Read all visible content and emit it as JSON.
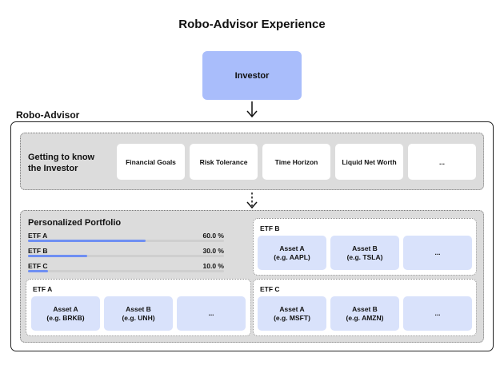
{
  "title": "Robo-Advisor Experience",
  "investor": {
    "label": "Investor"
  },
  "robo_advisor": {
    "label": "Robo-Advisor",
    "getting_to_know": {
      "label_line1": "Getting to know",
      "label_line2": "the Investor",
      "items": [
        "Financial Goals",
        "Risk Tolerance",
        "Time Horizon",
        "Liquid Net Worth",
        "..."
      ]
    },
    "personalized_portfolio": {
      "label": "Personalized Portfolio",
      "allocations": [
        {
          "name": "ETF A",
          "value_label": "60.0 %",
          "fraction": 0.6
        },
        {
          "name": "ETF B",
          "value_label": "30.0 %",
          "fraction": 0.3
        },
        {
          "name": "ETF C",
          "value_label": "10.0 %",
          "fraction": 0.1
        }
      ],
      "etfs": [
        {
          "name": "ETF A",
          "assets": [
            {
              "line1": "Asset A",
              "line2": "(e.g. BRKB)"
            },
            {
              "line1": "Asset B",
              "line2": "(e.g. UNH)"
            },
            {
              "line1": "...",
              "line2": ""
            }
          ]
        },
        {
          "name": "ETF B",
          "assets": [
            {
              "line1": "Asset A",
              "line2": "(e.g. AAPL)"
            },
            {
              "line1": "Asset B",
              "line2": "(e.g. TSLA)"
            },
            {
              "line1": "...",
              "line2": ""
            }
          ]
        },
        {
          "name": "ETF C",
          "assets": [
            {
              "line1": "Asset A",
              "line2": "(e.g. MSFT)"
            },
            {
              "line1": "Asset B",
              "line2": "(e.g. AMZN)"
            },
            {
              "line1": "...",
              "line2": ""
            }
          ]
        }
      ]
    }
  },
  "colors": {
    "investor_fill": "#a9bdfb",
    "asset_fill": "#d9e2fb",
    "bar_fill": "#6f8ff2",
    "band_fill": "#dcdcdc"
  }
}
